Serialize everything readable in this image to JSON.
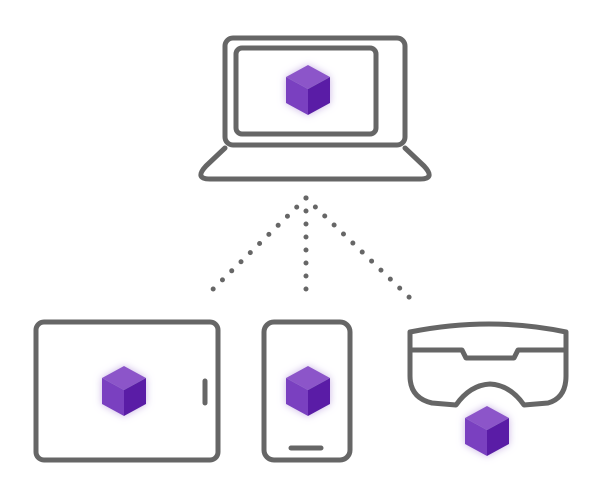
{
  "colors": {
    "outline": "#666666",
    "cube_top": "#8c55c9",
    "cube_left": "#7a3fc0",
    "cube_right": "#5a1fa6",
    "cube_glow": "#c9b3e6",
    "background": "#ffffff"
  },
  "devices": [
    {
      "name": "laptop",
      "icon": "laptop-icon"
    },
    {
      "name": "tablet",
      "icon": "tablet-icon"
    },
    {
      "name": "phone",
      "icon": "phone-icon"
    },
    {
      "name": "mixed-reality-headset",
      "icon": "vr-headset-icon"
    }
  ],
  "connections": [
    {
      "from": "laptop",
      "to": "tablet",
      "style": "dotted"
    },
    {
      "from": "laptop",
      "to": "phone",
      "style": "dotted"
    },
    {
      "from": "laptop",
      "to": "mixed-reality-headset",
      "style": "dotted"
    }
  ],
  "shared_object_icon": "cube-3d-icon"
}
